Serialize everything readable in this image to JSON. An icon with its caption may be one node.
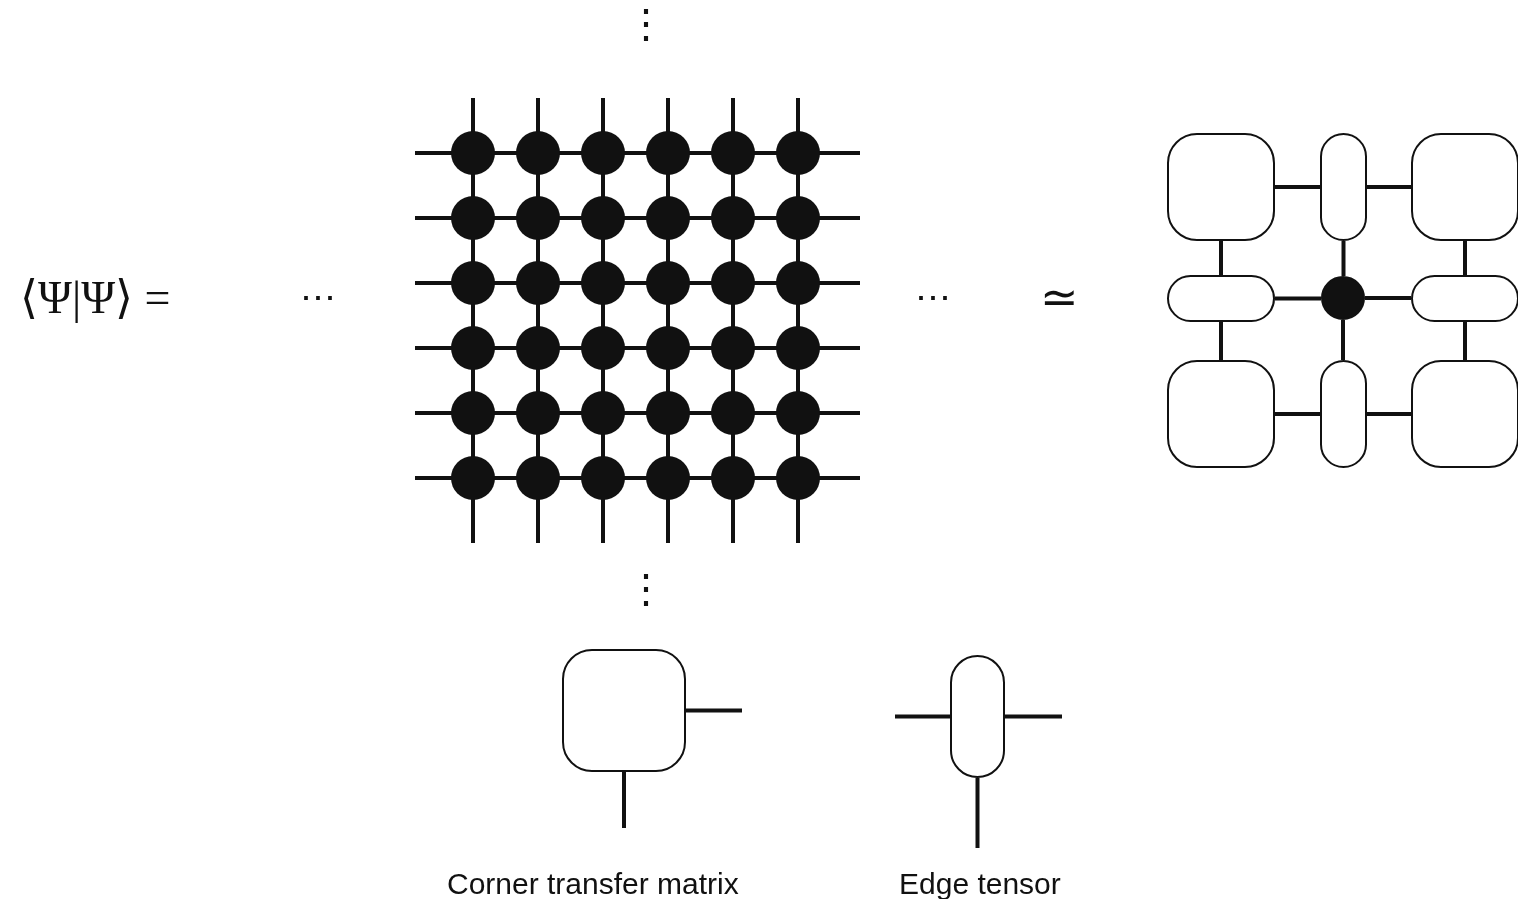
{
  "diagram": {
    "nodes": [
      {
        "text": [],
        "shape": "box"
      },
      {
        "text": [],
        "shape": "capsule"
      },
      {
        "text": [],
        "shape": "box"
      },
      {
        "text": [],
        "shape": "capsule"
      },
      {
        "text": [],
        "shape": "circle"
      },
      {
        "text": [],
        "shape": "capsule"
      },
      {
        "text": [],
        "shape": "box"
      },
      {
        "text": [],
        "shape": "capsule"
      },
      {
        "text": [],
        "shape": "box"
      },
      {
        "text": [],
        "shape": "box",
        "beside": [
          "Corner transfer matrix"
        ]
      },
      {
        "text": [],
        "shape": "capsule",
        "beside": [
          "Edge tensor"
        ]
      }
    ],
    "edges": [
      {
        "from": 0,
        "to": 1,
        "arrow": "none"
      },
      {
        "from": 1,
        "to": 2,
        "arrow": "none"
      },
      {
        "from": 0,
        "to": 3,
        "arrow": "none"
      },
      {
        "from": 1,
        "to": 4,
        "arrow": "none"
      },
      {
        "from": 2,
        "to": 5,
        "arrow": "none"
      },
      {
        "from": 3,
        "to": 4,
        "arrow": "none"
      },
      {
        "from": 4,
        "to": 5,
        "arrow": "none"
      },
      {
        "from": 3,
        "to": 6,
        "arrow": "none"
      },
      {
        "from": 4,
        "to": 7,
        "arrow": "none"
      },
      {
        "from": 5,
        "to": 8,
        "arrow": "none"
      },
      {
        "from": 6,
        "to": 7,
        "arrow": "none"
      },
      {
        "from": 7,
        "to": 8,
        "arrow": "none"
      },
      {
        "from": 9,
        "to": null,
        "arrow": "none"
      },
      {
        "from": 9,
        "to": null,
        "arrow": "none"
      },
      {
        "from": null,
        "to": 10,
        "arrow": "none"
      },
      {
        "from": 10,
        "to": null,
        "arrow": "none"
      },
      {
        "from": 10,
        "to": null,
        "arrow": "none"
      }
    ],
    "labels": [
      "⋮",
      "⟨Ψ|Ψ⟩ =",
      "⋯",
      "⋯",
      "≃",
      "⋮"
    ]
  }
}
